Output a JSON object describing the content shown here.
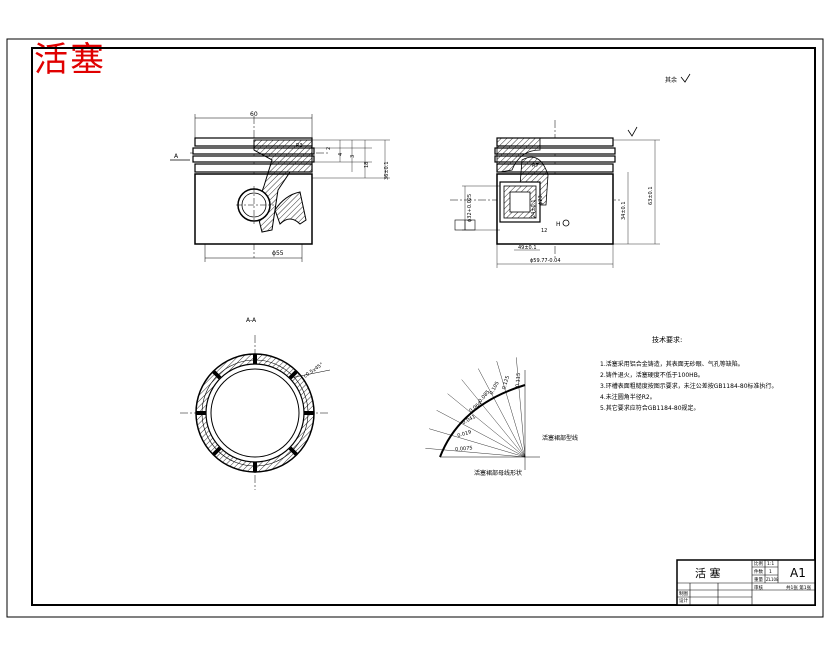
{
  "stamp_title": "活塞",
  "roughness_note": "其余",
  "dims": {
    "d60": "60",
    "dphi55": "ϕ55",
    "dA": "A",
    "dR": "R3",
    "d2": "2",
    "d4": "4",
    "d3": "3",
    "d18": "18",
    "d36": "36±0.1",
    "d63": "63±0.1",
    "d34": "34±0.1",
    "d32": "ϕ32+0.025",
    "d23": "ϕ23",
    "d24": "24±0.1",
    "d12": "12",
    "d49": "49±0.1",
    "d5977": "ϕ59.77-0.04",
    "dR7": "R7",
    "dH": "H",
    "section_label": "A-A",
    "chamfer": "c0.5x45°"
  },
  "tech_req": {
    "title": "技术要求:",
    "items": [
      "1.活塞采用铝合金铸造，其表面无砂眼、气孔等缺陷。",
      "2.铸件退火，活塞硬度不低于100HB。",
      "3.环槽表面粗糙度按图示要求，未注公差按GB1184-80标准执行。",
      "4.未注圆角半径R2。",
      "5.其它要求应符合GB1184-80规定。"
    ]
  },
  "profile": {
    "values": [
      "0.0075",
      "0.019",
      "0.041",
      "0.064",
      "0.085",
      "0.105",
      "0.125",
      "0.115"
    ],
    "label_right": "活塞裙部型线",
    "label_bottom": "活塞裙部母线形状"
  },
  "title_block": {
    "name": "活  塞",
    "scale_label": "比例",
    "count_label": "件数",
    "scale_value": "1:1",
    "count_value": "1",
    "material_value": "ZL108",
    "sheet_size": "A1",
    "sheet_label": "共1张 第1张",
    "drawn_label": "制图",
    "design_label": "设计",
    "check_label": "审核",
    "weight_label": "重量"
  }
}
